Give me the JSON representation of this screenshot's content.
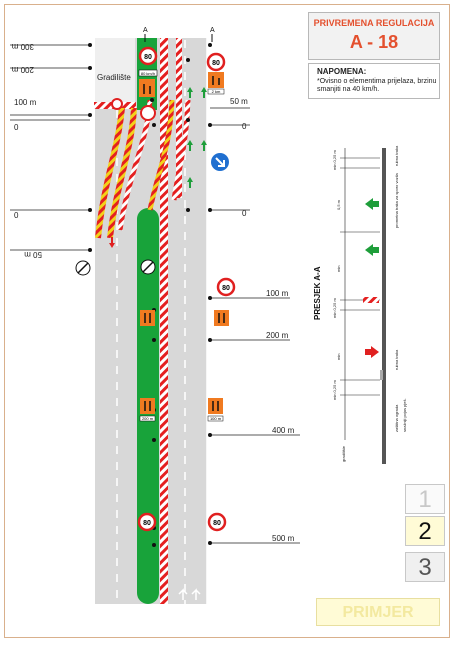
{
  "title": {
    "line1": "PRIVREMENA REGULACIJA",
    "code": "A - 18"
  },
  "note": {
    "heading": "NAPOMENA:",
    "text": "*Ovisno o elementima prijelaza, brzinu smanjiti na 40 km/h."
  },
  "pages": [
    {
      "label": "1"
    },
    {
      "label": "2"
    },
    {
      "label": "3"
    }
  ],
  "current_page": "2",
  "watermark": "PRIMJER",
  "colors": {
    "accent": "#e4502e",
    "road": "#d8d8d8",
    "median": "#18a33a",
    "sign_orange": "#f07a20",
    "arrow_green": "#1e9e3a",
    "arrow_red": "#e02020",
    "current_page_bg": "#fffbd6"
  },
  "labels": {
    "site": "Gradilište",
    "section_a_left": "A",
    "section_a_right": "A",
    "left_dist": [
      "300 m",
      "200 m",
      "100 m",
      "0",
      "0",
      "50 m"
    ],
    "right_dist": [
      "50 m",
      "0",
      "0",
      "100 m",
      "200 m",
      "400 m",
      "500 m"
    ],
    "speed": [
      "80",
      "80",
      "80",
      "80",
      "80"
    ],
    "plate_speed": "80 km/h",
    "plate_distance_top": "100 m",
    "plate_distance_bottom": "200 m",
    "plate_range": "2 km"
  },
  "cross_section": {
    "title": "PRESJEK A-A",
    "min_labels": [
      "min 0,25 m",
      "0,5 m",
      "min",
      "min 0,25 m",
      "min",
      "min 0,25 m"
    ],
    "side_labels": [
      "rubna traka",
      "prometna traka za sporo vozila",
      "rubna traka",
      "zaštitna ograda",
      "gradilište",
      "snažniji pojas pješ."
    ]
  }
}
